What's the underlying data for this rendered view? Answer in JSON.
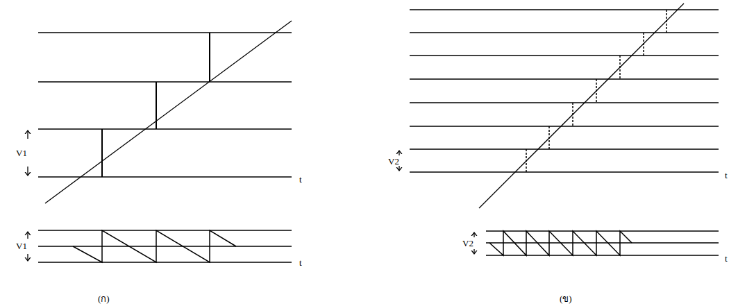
{
  "diagram": {
    "labels": [
      "V1",
      "t",
      "V1",
      "t",
      "V2",
      "t",
      "V2",
      "t",
      "(ก)",
      "(ข)"
    ]
  }
}
